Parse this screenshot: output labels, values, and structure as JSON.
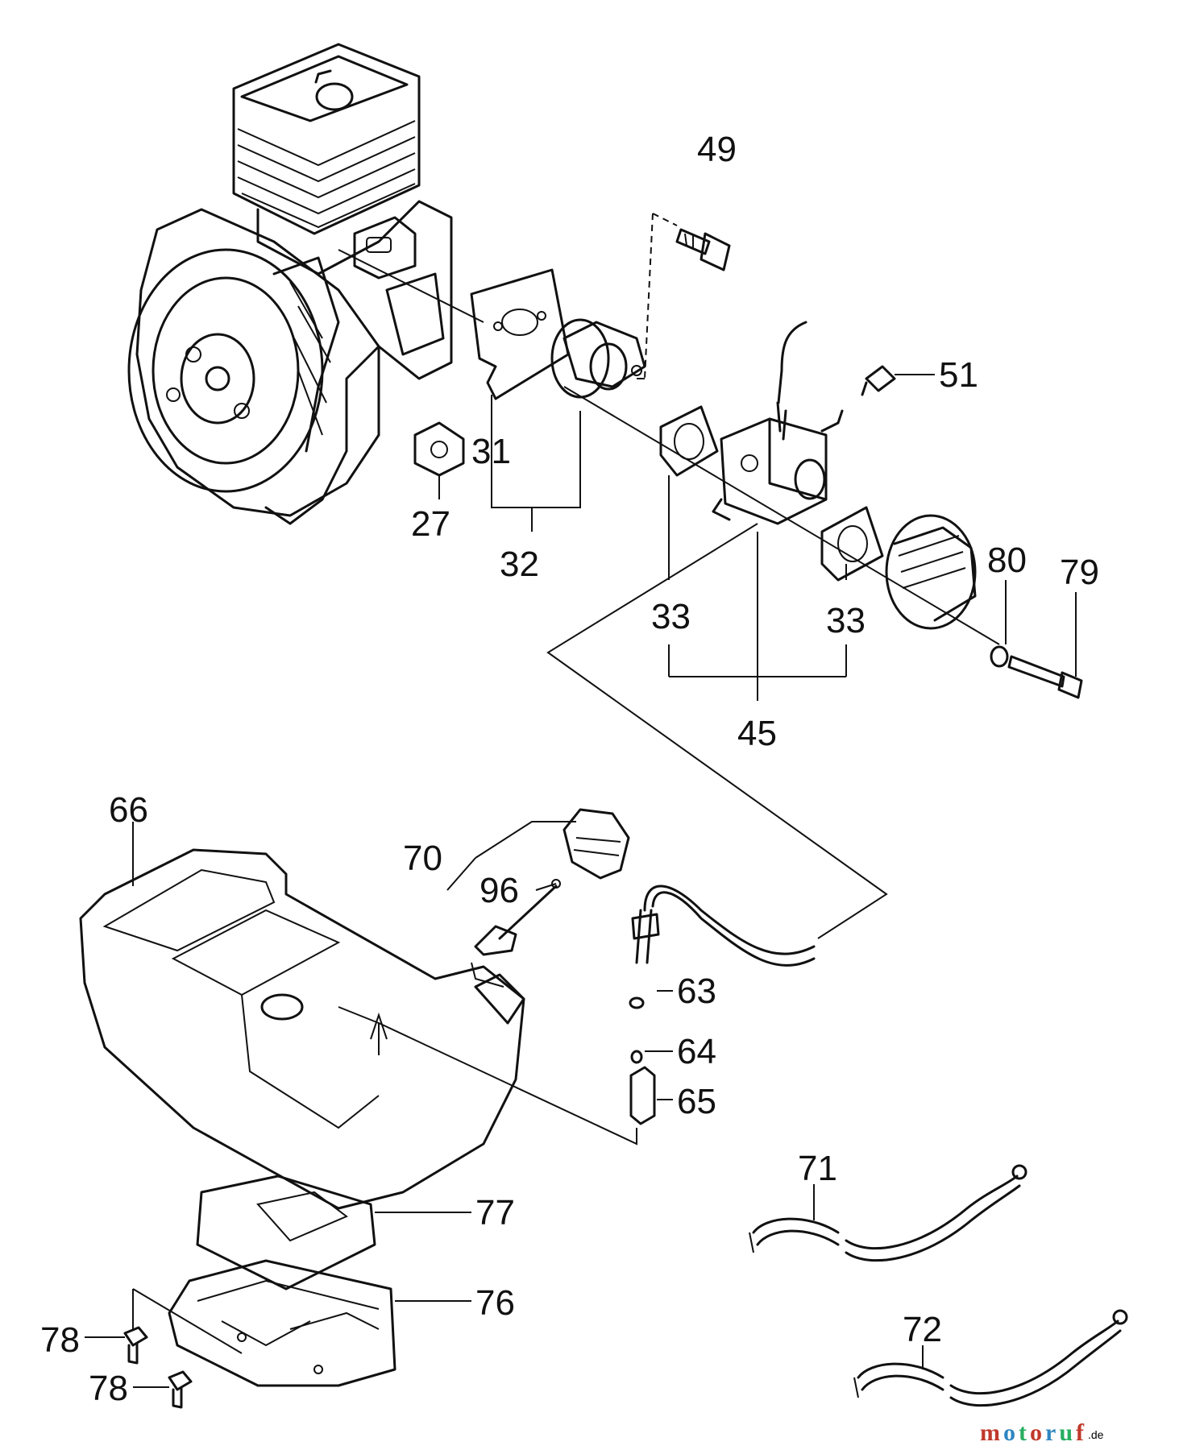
{
  "brand": {
    "letters": [
      "m",
      "o",
      "t",
      "o",
      "r",
      "u",
      "f"
    ],
    "letter_colors": [
      "#c0392b",
      "#2e86c1",
      "#27ae60",
      "#c0392b",
      "#2e86c1",
      "#27ae60",
      "#c0392b"
    ],
    "suffix": ".de"
  },
  "callouts": {
    "p27": "27",
    "p31": "31",
    "p32": "32",
    "p33a": "33",
    "p33b": "33",
    "p45": "45",
    "p49": "49",
    "p51": "51",
    "p63": "63",
    "p64": "64",
    "p65": "65",
    "p66": "66",
    "p70": "70",
    "p71": "71",
    "p72": "72",
    "p76": "76",
    "p77": "77",
    "p78a": "78",
    "p78b": "78",
    "p79": "79",
    "p80": "80",
    "p96": "96"
  }
}
